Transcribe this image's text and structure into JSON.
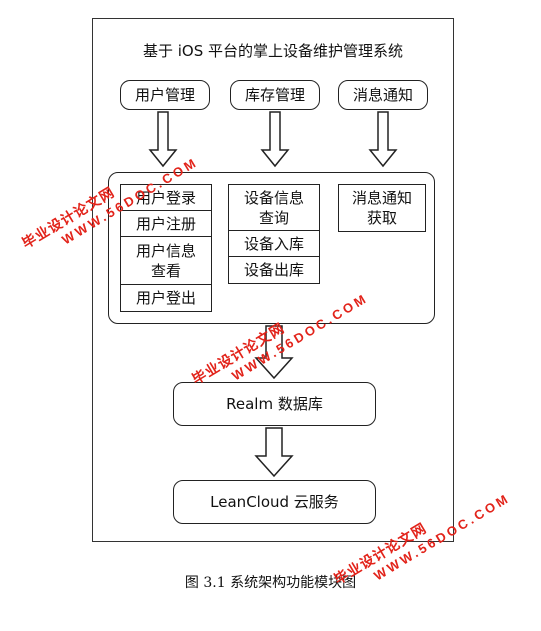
{
  "diagram": {
    "title": "基于 iOS 平台的掌上设备维护管理系统",
    "modules": [
      "用户管理",
      "库存管理",
      "消息通知"
    ],
    "user_functions": [
      "用户登录",
      "用户注册",
      "用户信息\n查看",
      "用户登出"
    ],
    "stock_functions": [
      "设备信息\n查询",
      "设备入库",
      "设备出库"
    ],
    "message_functions": [
      "消息通知\n获取"
    ],
    "database": "Realm 数据库",
    "cloud": "LeanCloud 云服务",
    "caption": "图 3.1 系统架构功能模块图"
  },
  "watermark": {
    "text_cn": "毕业设计论文网",
    "text_en": "WWW.56DOC.COM",
    "color": "#e2231a"
  },
  "colors": {
    "stroke": "#222222",
    "background": "#ffffff"
  }
}
